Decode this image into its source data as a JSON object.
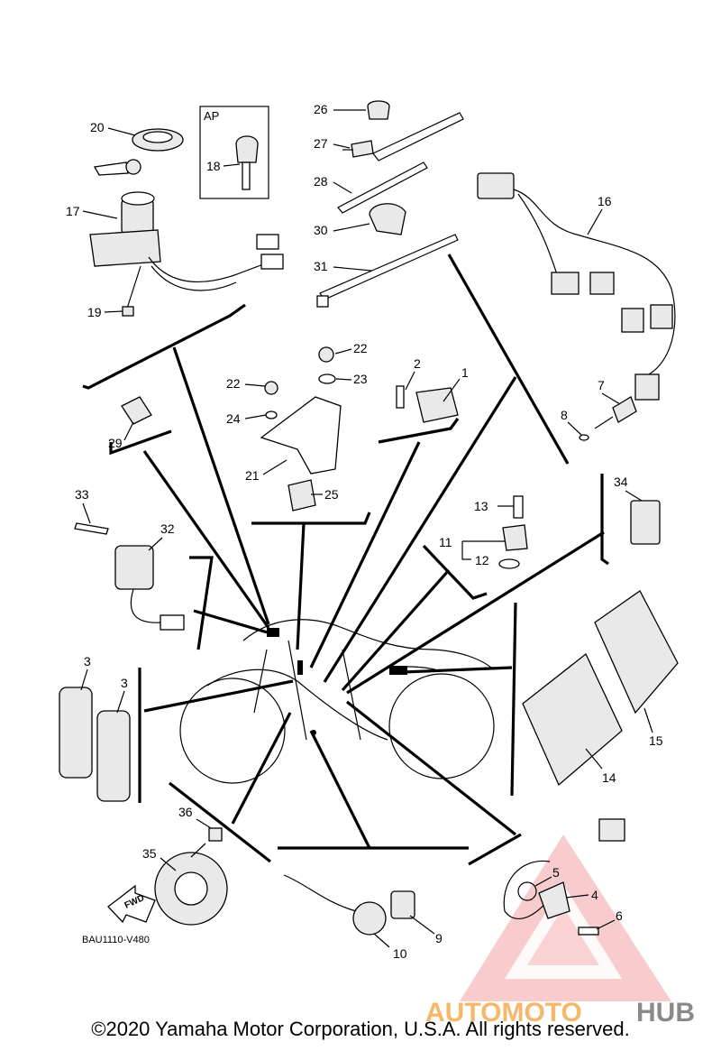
{
  "labels": {
    "p1": "1",
    "p2": "2",
    "p3a": "3",
    "p3b": "3",
    "p4": "4",
    "p5": "5",
    "p6": "6",
    "p7": "7",
    "p8": "8",
    "p9": "9",
    "p10": "10",
    "p11": "11",
    "p12": "12",
    "p13": "13",
    "p14": "14",
    "p15": "15",
    "p16": "16",
    "p17": "17",
    "p18": "18",
    "p19": "19",
    "p20": "20",
    "p21": "21",
    "p22a": "22",
    "p22b": "22",
    "p23": "23",
    "p24": "24",
    "p25": "25",
    "p26": "26",
    "p27": "27",
    "p28": "28",
    "p29": "29",
    "p30": "30",
    "p31": "31",
    "p32": "32",
    "p33": "33",
    "p34": "34",
    "p35": "35",
    "p36": "36"
  },
  "ap_box": "AP",
  "fwd": "FWD",
  "ref_code": "BAU1110-V480",
  "watermark": {
    "auto": "AUTOMOTO",
    "hub": "HUB"
  },
  "copyright": "©2020 Yamaha Motor Corporation, U.S.A. All rights reserved.",
  "colors": {
    "watermark_red": "#e84a4a",
    "watermark_orange": "#f5b86a",
    "watermark_grey": "#8a8a8a"
  }
}
